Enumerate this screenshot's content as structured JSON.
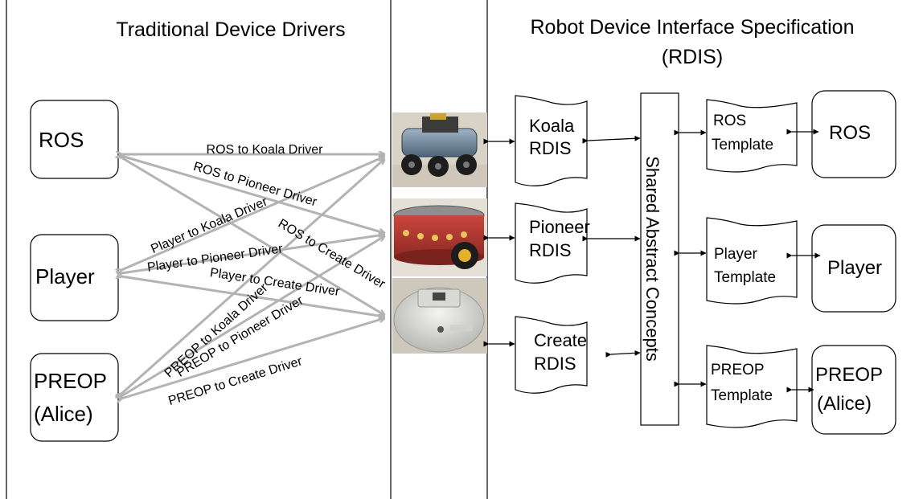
{
  "left_panel": {
    "title": "Traditional Device Drivers",
    "frameworks": [
      "ROS",
      "Player",
      "PREOP",
      "(Alice)"
    ],
    "driver_labels": [
      "ROS to Koala Driver",
      "ROS to Pioneer Driver",
      "ROS to Create Driver",
      "Player to Koala Driver",
      "Player to Pioneer Driver",
      "Player to Create Driver",
      "PREOP to Koala Driver",
      "PREOP to Pioneer Driver",
      "PREOP to Create Driver"
    ]
  },
  "robots": {
    "koala": "koala-robot-photo",
    "pioneer": "pioneer-robot-photo",
    "create": "create-robot-photo"
  },
  "right_panel": {
    "title_line1": "Robot Device Interface Specification",
    "title_line2": "(RDIS)",
    "rdis_docs": [
      {
        "line1": "Koala",
        "line2": "RDIS"
      },
      {
        "line1": "Pioneer",
        "line2": "RDIS"
      },
      {
        "line1": "Create",
        "line2": "RDIS"
      }
    ],
    "shared_concepts": "Shared Abstract Concepts",
    "templates": [
      {
        "line1": "ROS",
        "line2": "Template"
      },
      {
        "line1": "Player",
        "line2": "Template"
      },
      {
        "line1": "PREOP",
        "line2": "Template"
      }
    ],
    "frameworks": [
      {
        "line1": "ROS",
        "line2": ""
      },
      {
        "line1": "Player",
        "line2": ""
      },
      {
        "line1": "PREOP",
        "line2": "(Alice)"
      }
    ]
  },
  "colors": {
    "driver_arrow": "#b3b3b3",
    "rdis_arrow": "#000000"
  }
}
